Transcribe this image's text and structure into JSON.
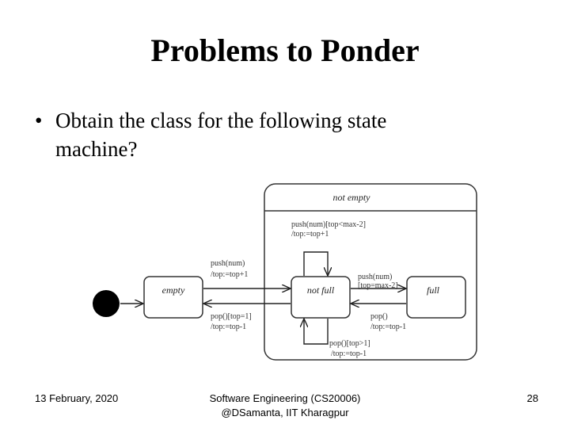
{
  "slide": {
    "title": "Problems to Ponder",
    "bullet_symbol": "•",
    "bullet_line1": "Obtain the class for the following state",
    "bullet_line2": "machine?"
  },
  "diagram": {
    "states": {
      "superstate": "not empty",
      "empty": "empty",
      "not_full": "not full",
      "full": "full"
    },
    "transitions": {
      "self_push_event": "push(num)[top<max-2]",
      "self_push_action": "/top:=top+1",
      "empty_to_notfull_event": "push(num)",
      "empty_to_notfull_action": "/top:=top+1",
      "notfull_to_empty_event": "pop()[top=1]",
      "notfull_to_empty_action": "/top:=top-1",
      "notfull_to_full_event": "push(num)",
      "notfull_to_full_guard": "[top=max-2]",
      "full_to_notfull_event": "pop()",
      "full_to_notfull_action": "/top:=top-1",
      "self_pop_event": "pop()[top>1]",
      "self_pop_action": "/top:=top-1"
    }
  },
  "footer": {
    "date": "13 February, 2020",
    "course_line1": "Software Engineering (CS20006)",
    "course_line2": "@DSamanta, IIT Kharagpur",
    "page": "28"
  }
}
